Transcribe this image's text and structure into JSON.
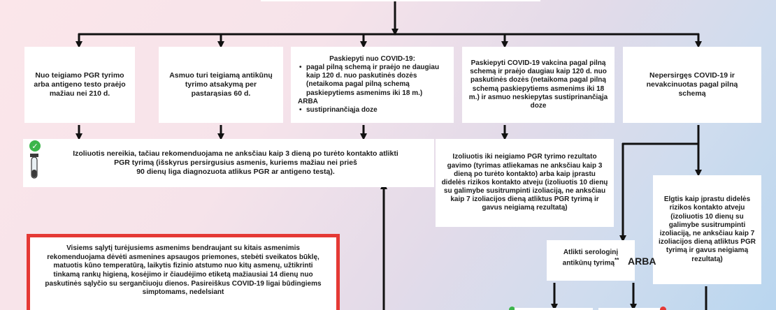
{
  "boxes": {
    "b1": {
      "text": "Nuo teigiamo PGR tyrimo arba antigeno testo praėjo mažiau nei 210 d."
    },
    "b2": {
      "text": "Asmuo turi teigiamą antikūnų tyrimo atsakymą per pastarąsias 60 d."
    },
    "b3": {
      "title": "Paskiepyti nuo COVID-19:",
      "items": [
        "pagal pilną schemą ir praėjo ne daugiau kaip 120 d. nuo paskutinės dozės (netaikoma pagal pilną schemą paskiepytiems asmenims iki 18 m.)"
      ],
      "arba": "ARBA",
      "items2": [
        "sustiprinančiąja doze"
      ]
    },
    "b4": {
      "text": "Paskiepyti COVID-19 vakcina pagal pilną schemą ir praėjo daugiau kaip 120 d. nuo paskutinės dozės (netaikoma pagal pilną schemą paskiepytiems asmenims iki 18 m.) ir asmuo neskiepytas sustiprinančiąja doze"
    },
    "b5": {
      "text": "Nepersirgęs COVID-19 ir nevakcinuotas pagal pilną schemą"
    },
    "r1": {
      "line1": "Izoliuotis nereikia, tačiau rekomenduojama ne anksčiau kaip 3 dieną po turėto kontakto atlikti PGR tyrimą (išskyrus persirgusius asmenis, kuriems mažiau nei prieš",
      "line2": "90 dienų liga diagnozuota atlikus PGR ar antigeno testą)."
    },
    "r2": {
      "text": "Izoliuotis iki neigiamo PGR tyrimo rezultato gavimo (tyrimas atliekamas ne anksčiau kaip 3 dieną po turėto kontakto) arba kaip įprastu didelės rizikos kontakto atveju (izoliuotis 10 dienų su galimybe susitrumpinti izoliaciją, ne anksčiau kaip 7 izoliacijos dieną atliktus PGR tyrimą ir gavus neigiamą rezultatą)"
    },
    "r3": {
      "text": "Elgtis kaip įprastu didelės rizikos kontakto atveju (izoliuotis 10 dienų su galimybe susitrumpinti izoliaciją, ne anksčiau kaip 7 izoliacijos dieną atliktus PGR tyrimą ir gavus neigiamą rezultatą)"
    },
    "sero": {
      "text": "Atlikti serologinį antikūnų tyrimą",
      "mark": "**"
    },
    "arba_big": "ARBA",
    "red": {
      "text": "Visiems sąlytį turėjusiems asmenims bendraujant su kitais asmenimis rekomenduojama dėvėti asmenines apsaugos priemones, stebėti sveikatos būklę, matuotis kūno temperatūrą, laikytis fizinio atstumo nuo kitų asmenų, užtikrinti tinkamą rankų higieną, kosėjimo ir čiaudėjimo etiketą mažiausiai 14 dienų nuo paskutinės sąlyčio su sergančiuoju dienos. Pasireiškus COVID-19 ligai būdingiems simptomams, nedelsiant"
    }
  },
  "icons": {
    "check": "check-icon",
    "test_tube": "test-tube-icon"
  },
  "colors": {
    "accent_red": "#e53935",
    "check_green": "#3cb54a",
    "line": "#111111"
  }
}
